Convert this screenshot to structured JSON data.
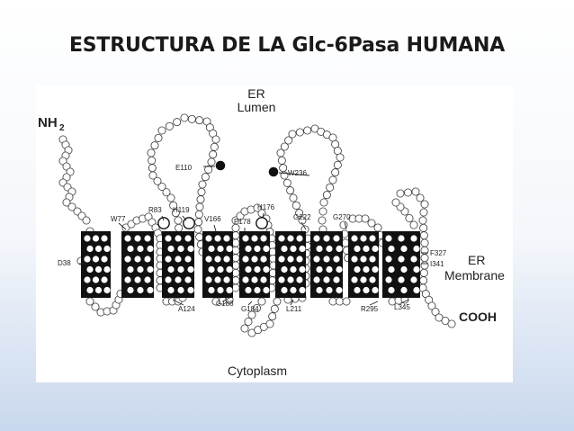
{
  "slide": {
    "title": "ESTRUCTURA DE LA Glc-6Pasa HUMANA"
  },
  "diagram": {
    "regions": {
      "lumen_line1": "ER",
      "lumen_line2": "Lumen",
      "membrane_line1": "ER",
      "membrane_line2": "Membrane",
      "cytoplasm": "Cytoplasm"
    },
    "termini": {
      "n_term": "NH",
      "n_term_sub": "2",
      "c_term": "COOH"
    },
    "residue_labels": {
      "W77": "W77",
      "R83": "R83",
      "H119": "H119",
      "V166": "V166",
      "P178": "P178",
      "H176": "H176",
      "G222": "G222",
      "G270": "G270",
      "E110": "E110",
      "W236": "W236",
      "D38": "D38",
      "F327": "F327",
      "I341": "I341",
      "A124": "A124",
      "G188": "G188",
      "G184": "G184",
      "L211": "L211",
      "R295": "R295",
      "L345": "L345"
    },
    "helix_count": 9,
    "colors": {
      "helix": "#111111",
      "bead_stroke": "#333333",
      "bead_fill": "#ffffff"
    }
  }
}
